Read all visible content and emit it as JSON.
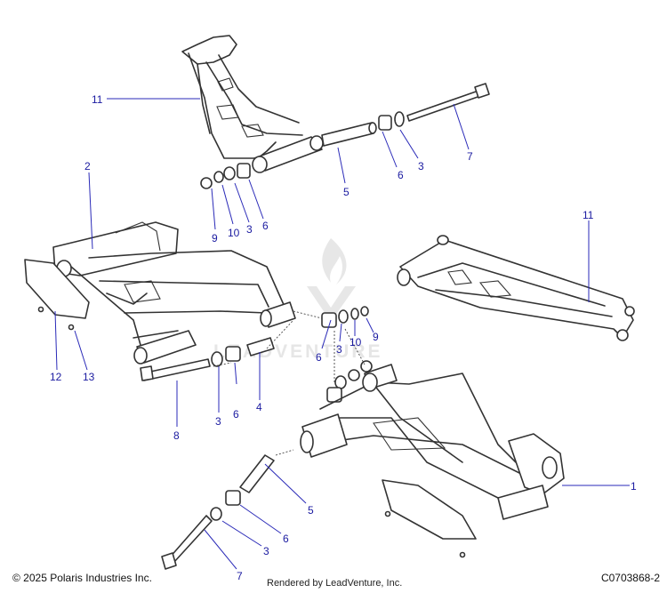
{
  "callouts": [
    {
      "label": "11"
    },
    {
      "label": "7"
    },
    {
      "label": "3"
    },
    {
      "label": "6"
    },
    {
      "label": "5"
    },
    {
      "label": "2"
    },
    {
      "label": "9"
    },
    {
      "label": "10"
    },
    {
      "label": "3"
    },
    {
      "label": "6"
    },
    {
      "label": "11"
    },
    {
      "label": "12"
    },
    {
      "label": "13"
    },
    {
      "label": "6"
    },
    {
      "label": "3"
    },
    {
      "label": "10"
    },
    {
      "label": "9"
    },
    {
      "label": "8"
    },
    {
      "label": "3"
    },
    {
      "label": "6"
    },
    {
      "label": "4"
    },
    {
      "label": "1"
    },
    {
      "label": "5"
    },
    {
      "label": "6"
    },
    {
      "label": "3"
    },
    {
      "label": "7"
    }
  ],
  "watermark": {
    "text": "LEADVENTURE"
  },
  "footer": {
    "copyright": "© 2025 Polaris Industries Inc.",
    "rendered_by": "Rendered by LeadVenture, Inc.",
    "drawing_id": "C0703868-2"
  },
  "colors": {
    "callout": "#1a1aa0",
    "leader": "#2a2ab8",
    "line_art": "#333333"
  }
}
